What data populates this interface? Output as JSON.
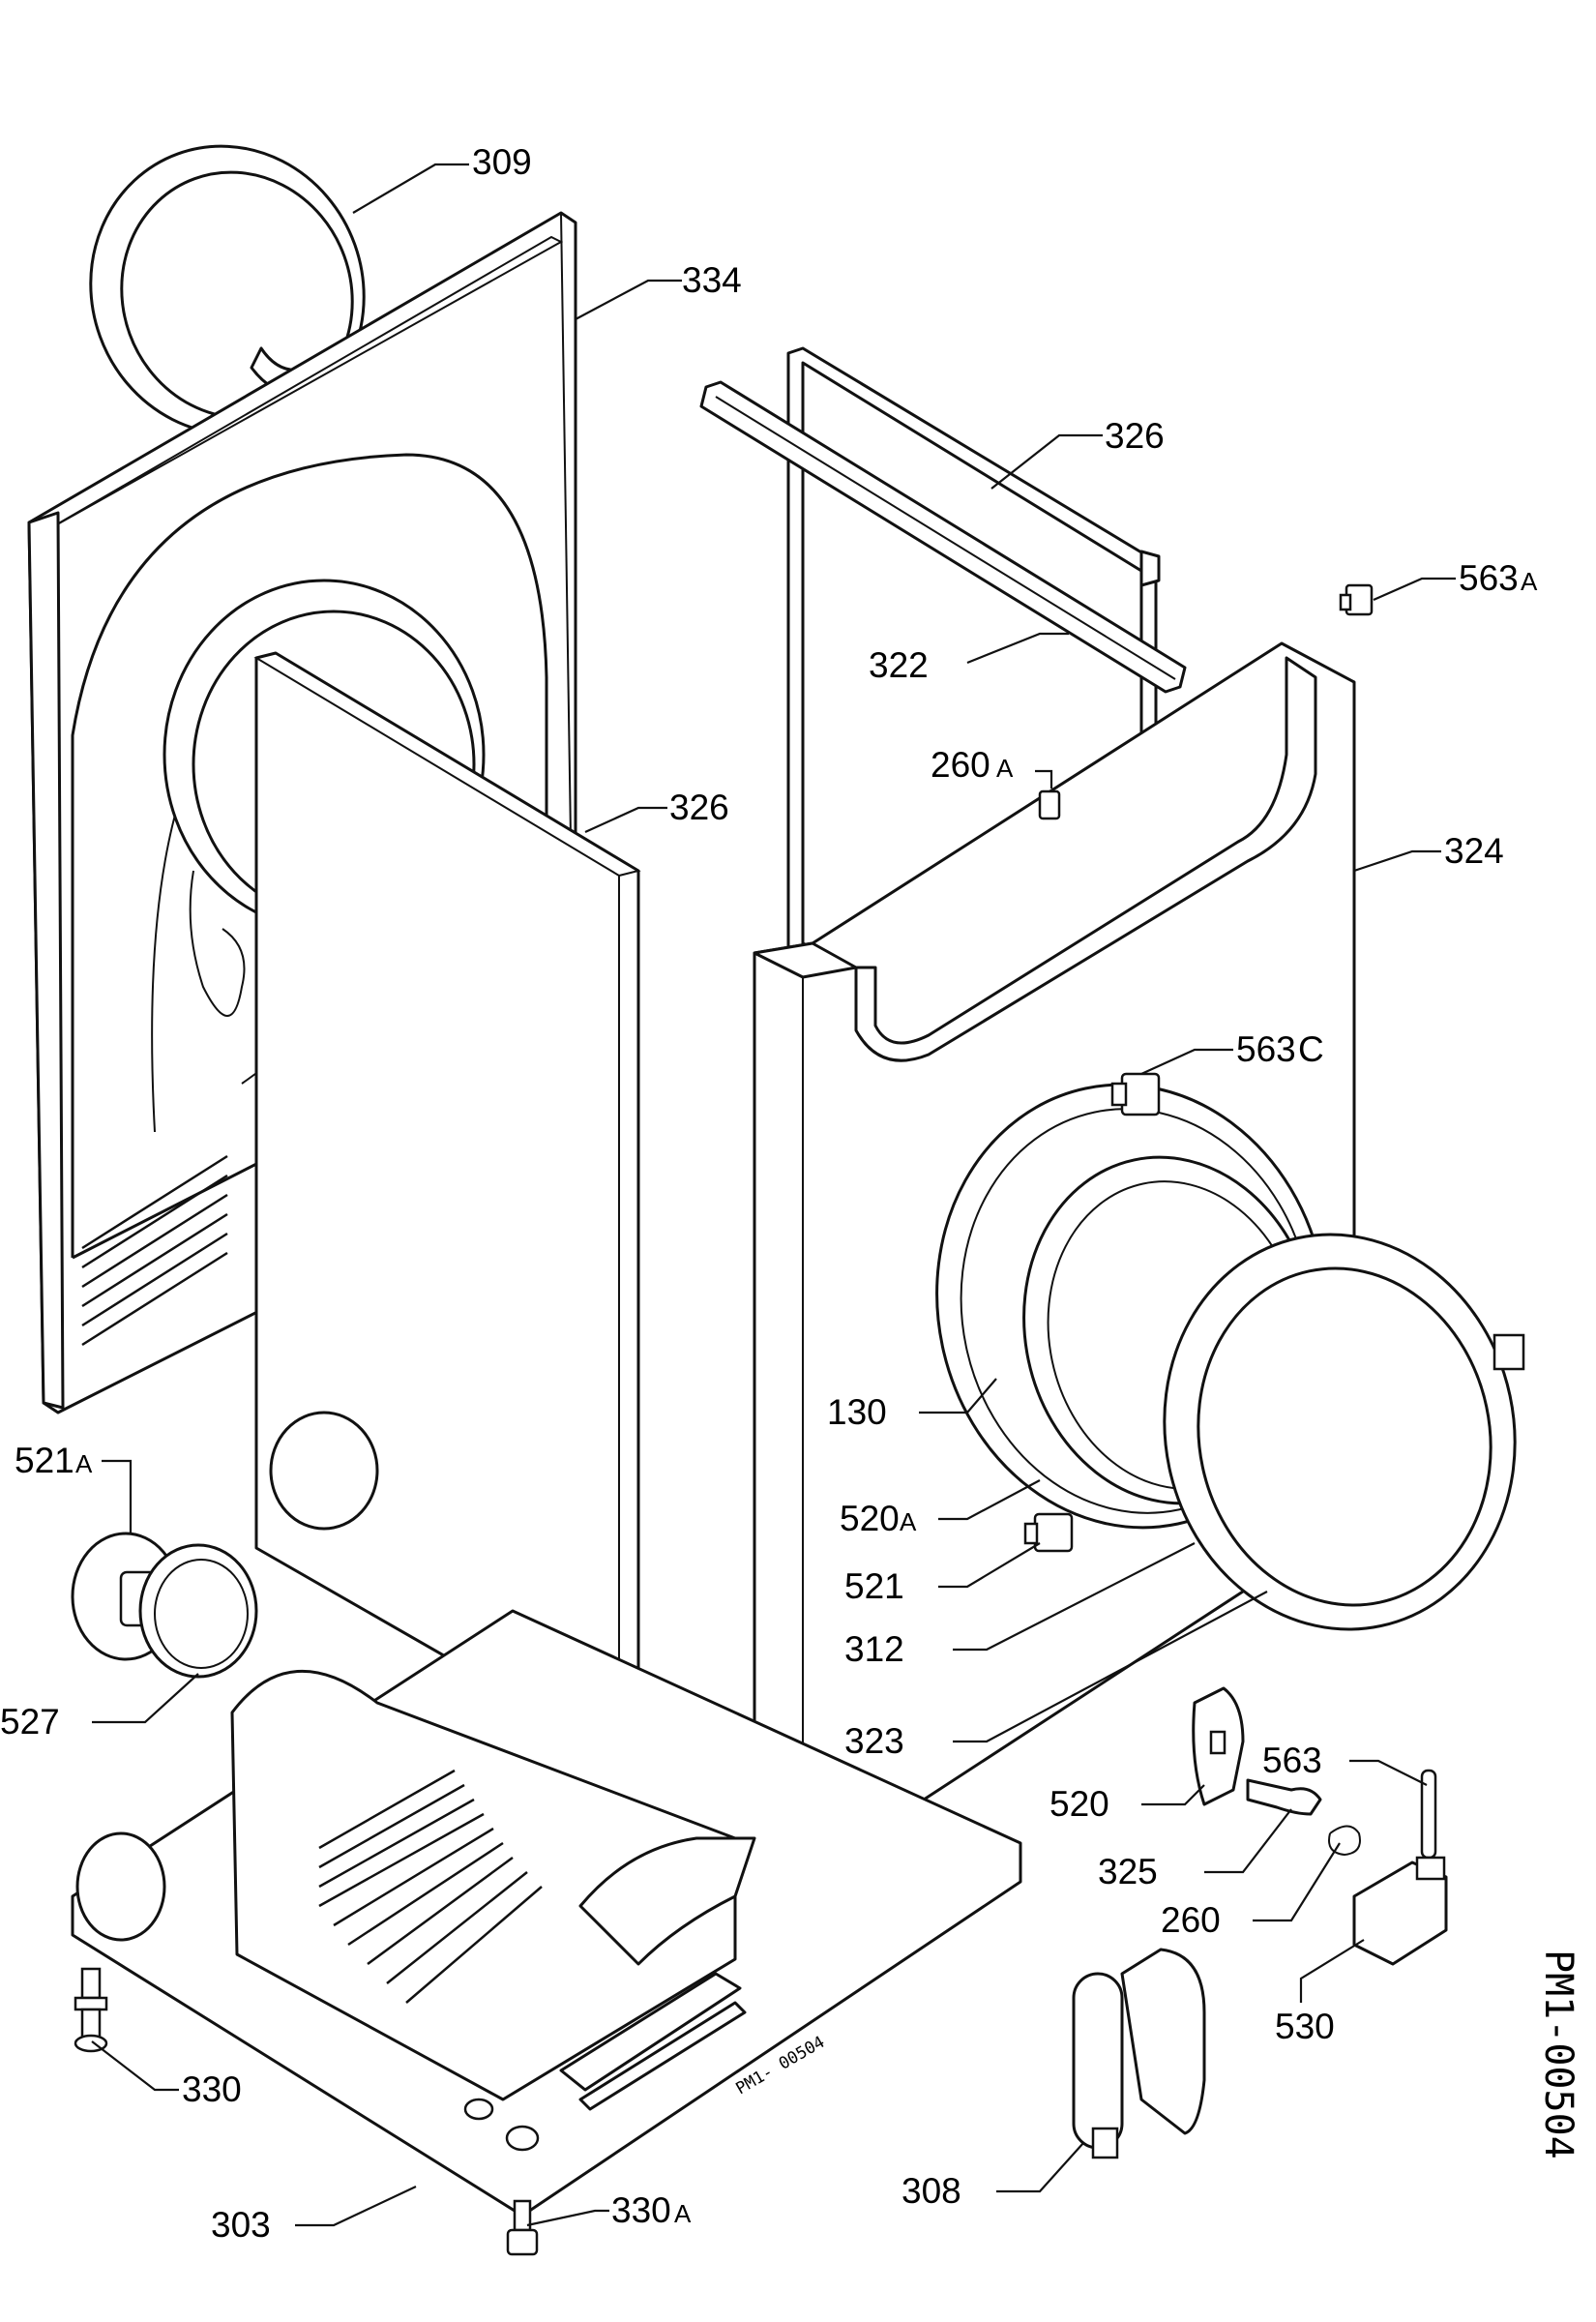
{
  "drawing": {
    "reference": "PM1-00504",
    "stamp": "PM1- 00504"
  },
  "labels": {
    "p309": "309",
    "p334": "334",
    "p326_top": "326",
    "p563a": "563",
    "p563a_suffix": "A",
    "p322": "322",
    "p260a": "260",
    "p260a_suffix": "A",
    "p326_mid": "326",
    "p324": "324",
    "p563c": "563",
    "p563c_suffix": "C",
    "p521a": "521",
    "p521a_suffix": "A",
    "p130": "130",
    "p520a": "520",
    "p520a_suffix": "A",
    "p521": "521",
    "p312": "312",
    "p527": "527",
    "p323": "323",
    "p563": "563",
    "p520": "520",
    "p325": "325",
    "p260": "260",
    "p530": "530",
    "p330": "330",
    "p308": "308",
    "p303": "303",
    "p330a": "330",
    "p330a_suffix": "A"
  }
}
